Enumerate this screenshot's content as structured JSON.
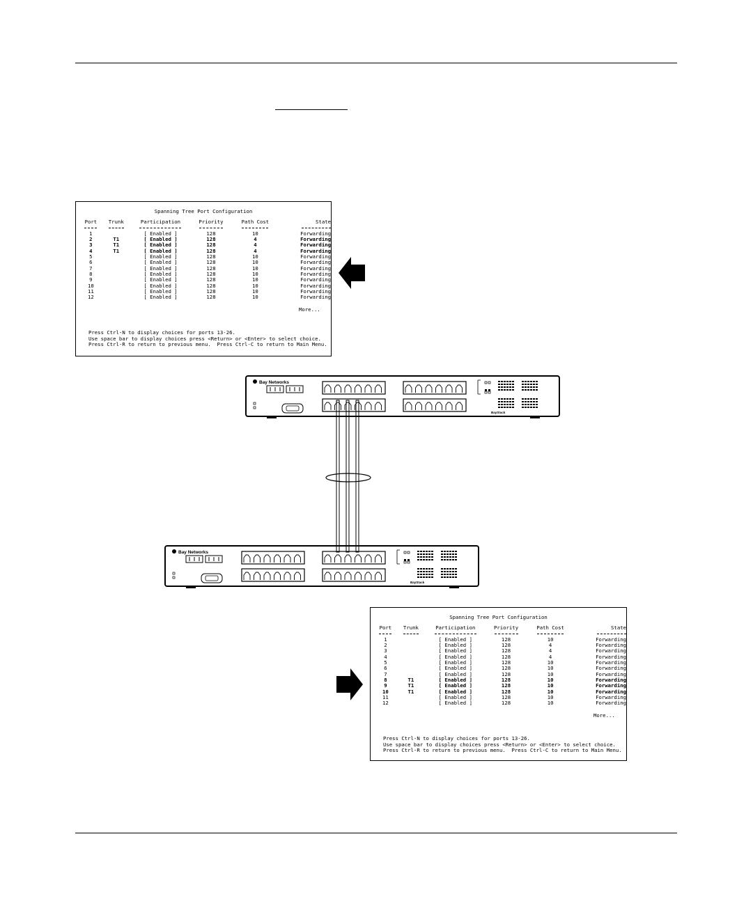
{
  "screen": {
    "title": "Spanning Tree Port Configuration",
    "columns": [
      "Port",
      "Trunk",
      "Participation",
      "Priority",
      "Path Cost",
      "State"
    ],
    "more": "More...",
    "footer": [
      "Press Ctrl-N to display choices for ports 13-26.",
      "Use space bar to display choices press <Return> or <Enter> to select choice.",
      "Press Ctrl-R to return to previous menu.  Press Ctrl-C to return to Main Menu."
    ]
  },
  "top_screen": {
    "rows": [
      {
        "port": "1",
        "trunk": "",
        "participation": "[ Enabled ]",
        "priority": "128",
        "path_cost": "10",
        "state": "Forwarding",
        "bold": false
      },
      {
        "port": "2",
        "trunk": "T1",
        "participation": "[ Enabled ]",
        "priority": "128",
        "path_cost": "4",
        "state": "Forwarding",
        "bold": true
      },
      {
        "port": "3",
        "trunk": "T1",
        "participation": "[ Enabled ]",
        "priority": "128",
        "path_cost": "4",
        "state": "Forwarding",
        "bold": true
      },
      {
        "port": "4",
        "trunk": "T1",
        "participation": "[ Enabled ]",
        "priority": "128",
        "path_cost": "4",
        "state": "Forwarding",
        "bold": true
      },
      {
        "port": "5",
        "trunk": "",
        "participation": "[ Enabled ]",
        "priority": "128",
        "path_cost": "10",
        "state": "Forwarding",
        "bold": false
      },
      {
        "port": "6",
        "trunk": "",
        "participation": "[ Enabled ]",
        "priority": "128",
        "path_cost": "10",
        "state": "Forwarding",
        "bold": false
      },
      {
        "port": "7",
        "trunk": "",
        "participation": "[ Enabled ]",
        "priority": "128",
        "path_cost": "10",
        "state": "Forwarding",
        "bold": false
      },
      {
        "port": "8",
        "trunk": "",
        "participation": "[ Enabled ]",
        "priority": "128",
        "path_cost": "10",
        "state": "Forwarding",
        "bold": false
      },
      {
        "port": "9",
        "trunk": "",
        "participation": "[ Enabled ]",
        "priority": "128",
        "path_cost": "10",
        "state": "Forwarding",
        "bold": false
      },
      {
        "port": "10",
        "trunk": "",
        "participation": "[ Enabled ]",
        "priority": "128",
        "path_cost": "10",
        "state": "Forwarding",
        "bold": false
      },
      {
        "port": "11",
        "trunk": "",
        "participation": "[ Enabled ]",
        "priority": "128",
        "path_cost": "10",
        "state": "Forwarding",
        "bold": false
      },
      {
        "port": "12",
        "trunk": "",
        "participation": "[ Enabled ]",
        "priority": "128",
        "path_cost": "10",
        "state": "Forwarding",
        "bold": false
      }
    ]
  },
  "bottom_screen": {
    "rows": [
      {
        "port": "1",
        "trunk": "",
        "participation": "[ Enabled ]",
        "priority": "128",
        "path_cost": "10",
        "state": "Forwarding",
        "bold": false
      },
      {
        "port": "2",
        "trunk": "",
        "participation": "[ Enabled ]",
        "priority": "128",
        "path_cost": "4",
        "state": "Forwarding",
        "bold": false
      },
      {
        "port": "3",
        "trunk": "",
        "participation": "[ Enabled ]",
        "priority": "128",
        "path_cost": "4",
        "state": "Forwarding",
        "bold": false
      },
      {
        "port": "4",
        "trunk": "",
        "participation": "[ Enabled ]",
        "priority": "128",
        "path_cost": "4",
        "state": "Forwarding",
        "bold": false
      },
      {
        "port": "5",
        "trunk": "",
        "participation": "[ Enabled ]",
        "priority": "128",
        "path_cost": "10",
        "state": "Forwarding",
        "bold": false
      },
      {
        "port": "6",
        "trunk": "",
        "participation": "[ Enabled ]",
        "priority": "128",
        "path_cost": "10",
        "state": "Forwarding",
        "bold": false
      },
      {
        "port": "7",
        "trunk": "",
        "participation": "[ Enabled ]",
        "priority": "128",
        "path_cost": "10",
        "state": "Forwarding",
        "bold": false
      },
      {
        "port": "8",
        "trunk": "T1",
        "participation": "[ Enabled ]",
        "priority": "128",
        "path_cost": "10",
        "state": "Forwarding",
        "bold": true
      },
      {
        "port": "9",
        "trunk": "T1",
        "participation": "[ Enabled ]",
        "priority": "128",
        "path_cost": "10",
        "state": "Forwarding",
        "bold": true
      },
      {
        "port": "10",
        "trunk": "T1",
        "participation": "[ Enabled ]",
        "priority": "128",
        "path_cost": "10",
        "state": "Forwarding",
        "bold": true
      },
      {
        "port": "11",
        "trunk": "",
        "participation": "[ Enabled ]",
        "priority": "128",
        "path_cost": "10",
        "state": "Forwarding",
        "bold": false
      },
      {
        "port": "12",
        "trunk": "",
        "participation": "[ Enabled ]",
        "priority": "128",
        "path_cost": "10",
        "state": "Forwarding",
        "bold": false
      }
    ]
  },
  "switch": {
    "brand": "Bay Networks",
    "product": "BayStack"
  }
}
